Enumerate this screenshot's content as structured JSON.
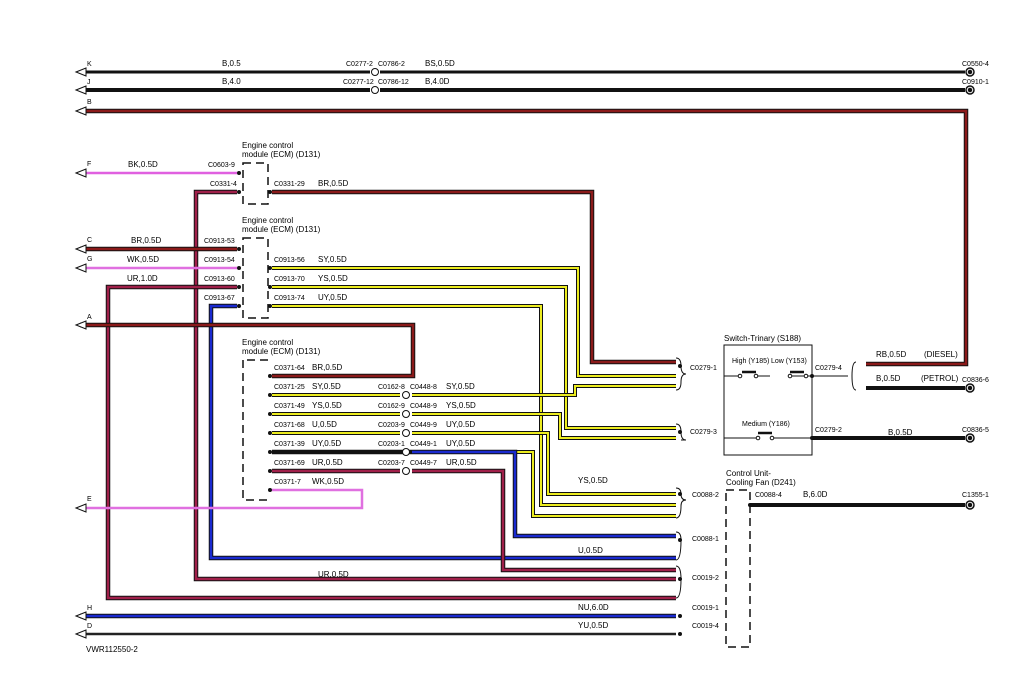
{
  "diagram_id": "VWR112550-2",
  "colors": {
    "B": "#111111",
    "BR": "#8b1a1a",
    "BK": "#e060e0",
    "UR": "#a0204a",
    "WK": "#e070e0",
    "Y": "#ecec20",
    "U": "#1a2ad0",
    "NU": "#1a2ad0",
    "YU": "#222222"
  },
  "letters": {
    "K": "K",
    "J": "J",
    "B": "B",
    "F": "F",
    "C": "C",
    "G": "G",
    "A": "A",
    "E": "E",
    "H": "H",
    "D": "D"
  },
  "wires": {
    "k_left": "B,0.5",
    "k_right": "BS,0.5D",
    "j_left": "B,4.0",
    "j_right": "B,4.0D",
    "f": "BK,0.5D",
    "c": "BR,0.5D",
    "g": "WK,0.5D",
    "ur10": "UR,1.0D",
    "ecm1_29": "BR,0.5D",
    "sy56": "SY,0.5D",
    "ys70": "YS,0.5D",
    "uy74": "UY,0.5D",
    "br64": "BR,0.5D",
    "sy25": "SY,0.5D",
    "ys49": "YS,0.5D",
    "u68": "U,0.5D",
    "uy39": "UY,0.5D",
    "ur69": "UR,0.5D",
    "wk7": "WK,0.5D",
    "sy25r": "SY,0.5D",
    "ys49r": "YS,0.5D",
    "u68r": "UY,0.5D",
    "uy39r": "UY,0.5D",
    "ur69r": "UR,0.5D",
    "rb": "RB,0.5D",
    "b_petrol": "B,0.5D",
    "b_med": "B,0.5D",
    "ys_fan": "YS,0.5D",
    "b60": "B,6.0D",
    "u_fan": "U,0.5D",
    "ur_fan": "UR,0.5D",
    "nu60": "NU,6.0D",
    "yu": "YU,0.5D",
    "diesel": "(DIESEL)",
    "petrol": "(PETROL)"
  },
  "components": {
    "ecm_a": [
      "Engine control",
      "module (ECM) (D131)"
    ],
    "ecm_b": [
      "Engine control",
      "module (ECM) (D131)"
    ],
    "ecm_c": [
      "Engine control",
      "module (ECM) (D131)"
    ],
    "switch": "Switch-Trinary (S188)",
    "sw_high": "High (Y185)",
    "sw_low": "Low (Y153)",
    "sw_med": "Medium (Y186)",
    "fan": [
      "Control Unit-",
      "Cooling Fan (D241)"
    ]
  },
  "connectors": {
    "c0277_2": "C0277-2",
    "c0786_2": "C0786-2",
    "c0550_4": "C0550-4",
    "c0277_12": "C0277-12",
    "c0786_12": "C0786-12",
    "c0910_1": "C0910-1",
    "c0603_9": "C0603-9",
    "c0331_4": "C0331-4",
    "c0331_29": "C0331-29",
    "c0913_53": "C0913-53",
    "c0913_54": "C0913-54",
    "c0913_60": "C0913-60",
    "c0913_67": "C0913-67",
    "c0913_56": "C0913-56",
    "c0913_70": "C0913-70",
    "c0913_74": "C0913-74",
    "c0371_64": "C0371-64",
    "c0371_25": "C0371-25",
    "c0371_49": "C0371-49",
    "c0371_68": "C0371-68",
    "c0371_39": "C0371-39",
    "c0371_69": "C0371-69",
    "c0371_7": "C0371-7",
    "c0162_8": "C0162-8",
    "c0448_8": "C0448-8",
    "c0162_9": "C0162-9",
    "c0448_9": "C0448-9",
    "c0203_9": "C0203-9",
    "c0449_9": "C0449-9",
    "c0203_1": "C0203-1",
    "c0449_1": "C0449-1",
    "c0203_7": "C0203-7",
    "c0449_7": "C0449-7",
    "c0279_1": "C0279-1",
    "c0279_4": "C0279-4",
    "c0279_3": "C0279-3",
    "c0279_2": "C0279-2",
    "c0836_6": "C0836-6",
    "c0836_5": "C0836-5",
    "c0088_2": "C0088-2",
    "c0088_4": "C0088-4",
    "c0088_1": "C0088-1",
    "c1355_1": "C1355-1",
    "c0019_2": "C0019-2",
    "c0019_1": "C0019-1",
    "c0019_4": "C0019-4"
  }
}
